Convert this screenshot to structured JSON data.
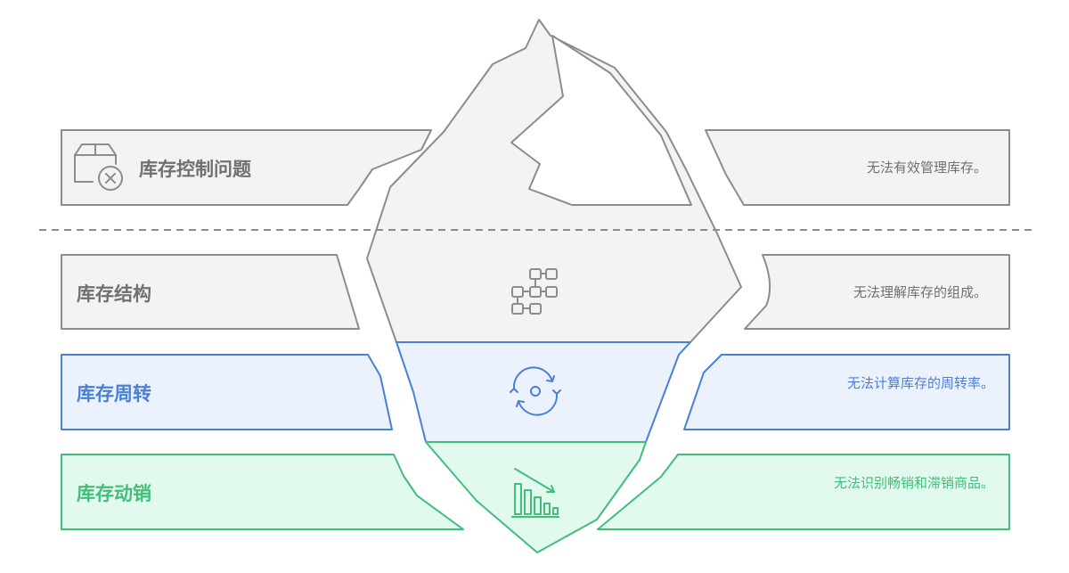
{
  "layers": [
    {
      "label": "库存控制问题",
      "description": "无法有效管理库存。",
      "icon": "box-x-icon"
    },
    {
      "label": "库存结构",
      "description": "无法理解库存的组成。",
      "icon": "structure-icon"
    },
    {
      "label": "库存周转",
      "description": "无法计算库存的周转率。",
      "icon": "cycle-icon"
    },
    {
      "label": "库存动销",
      "description": "无法识别畅销和滞销商品。",
      "icon": "declining-bars-icon"
    }
  ],
  "colors": {
    "gray_fill": "#f3f3f3",
    "gray_stroke": "#8c8c8c",
    "blue_fill": "#ebf2fd",
    "blue_stroke": "#4a7fd6",
    "green_fill": "#e2f9ee",
    "green_stroke": "#3fbf7a",
    "waterline": "#8c8c8c"
  }
}
